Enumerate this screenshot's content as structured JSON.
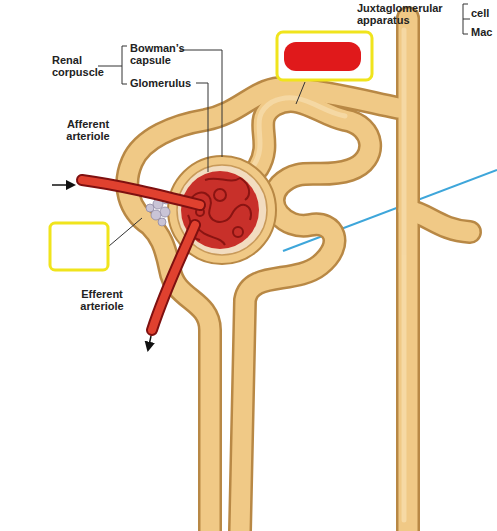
{
  "diagram": {
    "labels": [
      "Juxtaglomerular apparatus",
      "cell",
      "Mac",
      "Renal corpuscle",
      "Bowman’s capsule",
      "Glomerulus",
      "Afferent arteriole",
      "Efferent arteriole"
    ]
  }
}
